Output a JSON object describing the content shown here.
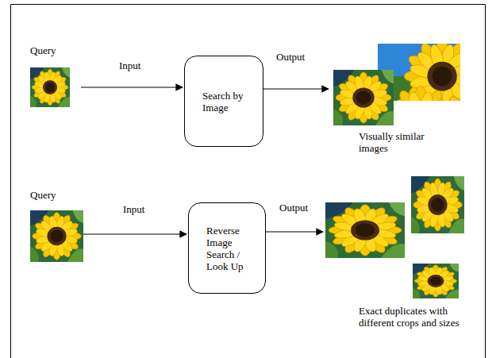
{
  "diagram": {
    "nodes": [
      {
        "text": [
          "Search by Image"
        ]
      },
      {
        "text": [
          "Reverse Image Search / Look Up"
        ]
      }
    ],
    "labels": [
      "Query",
      "Input",
      "Output",
      "Visually similar images",
      "Query",
      "Input",
      "Output",
      "Exact duplicates with different crops and sizes"
    ]
  }
}
